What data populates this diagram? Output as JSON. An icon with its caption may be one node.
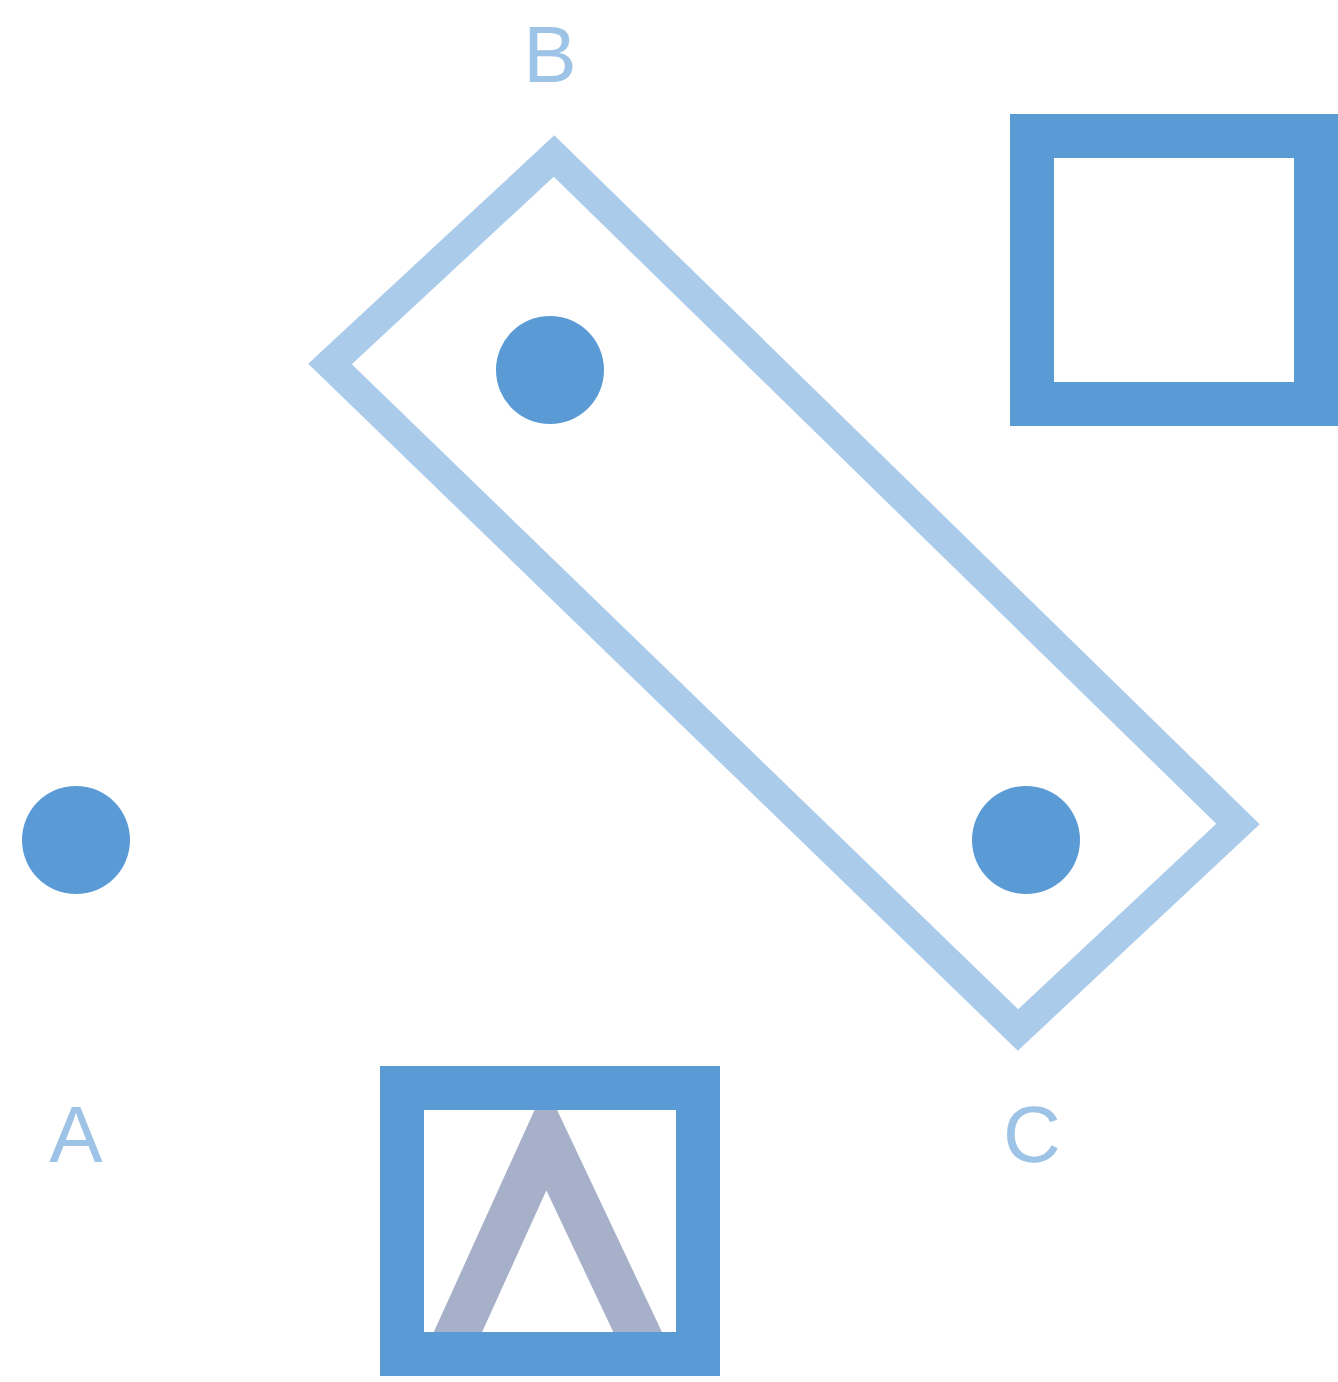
{
  "diagram": {
    "nodes": [
      {
        "text": [],
        "shape": "box"
      },
      {
        "text": [],
        "shape": "box"
      }
    ],
    "labels": [
      "B",
      "A",
      "C"
    ]
  }
}
